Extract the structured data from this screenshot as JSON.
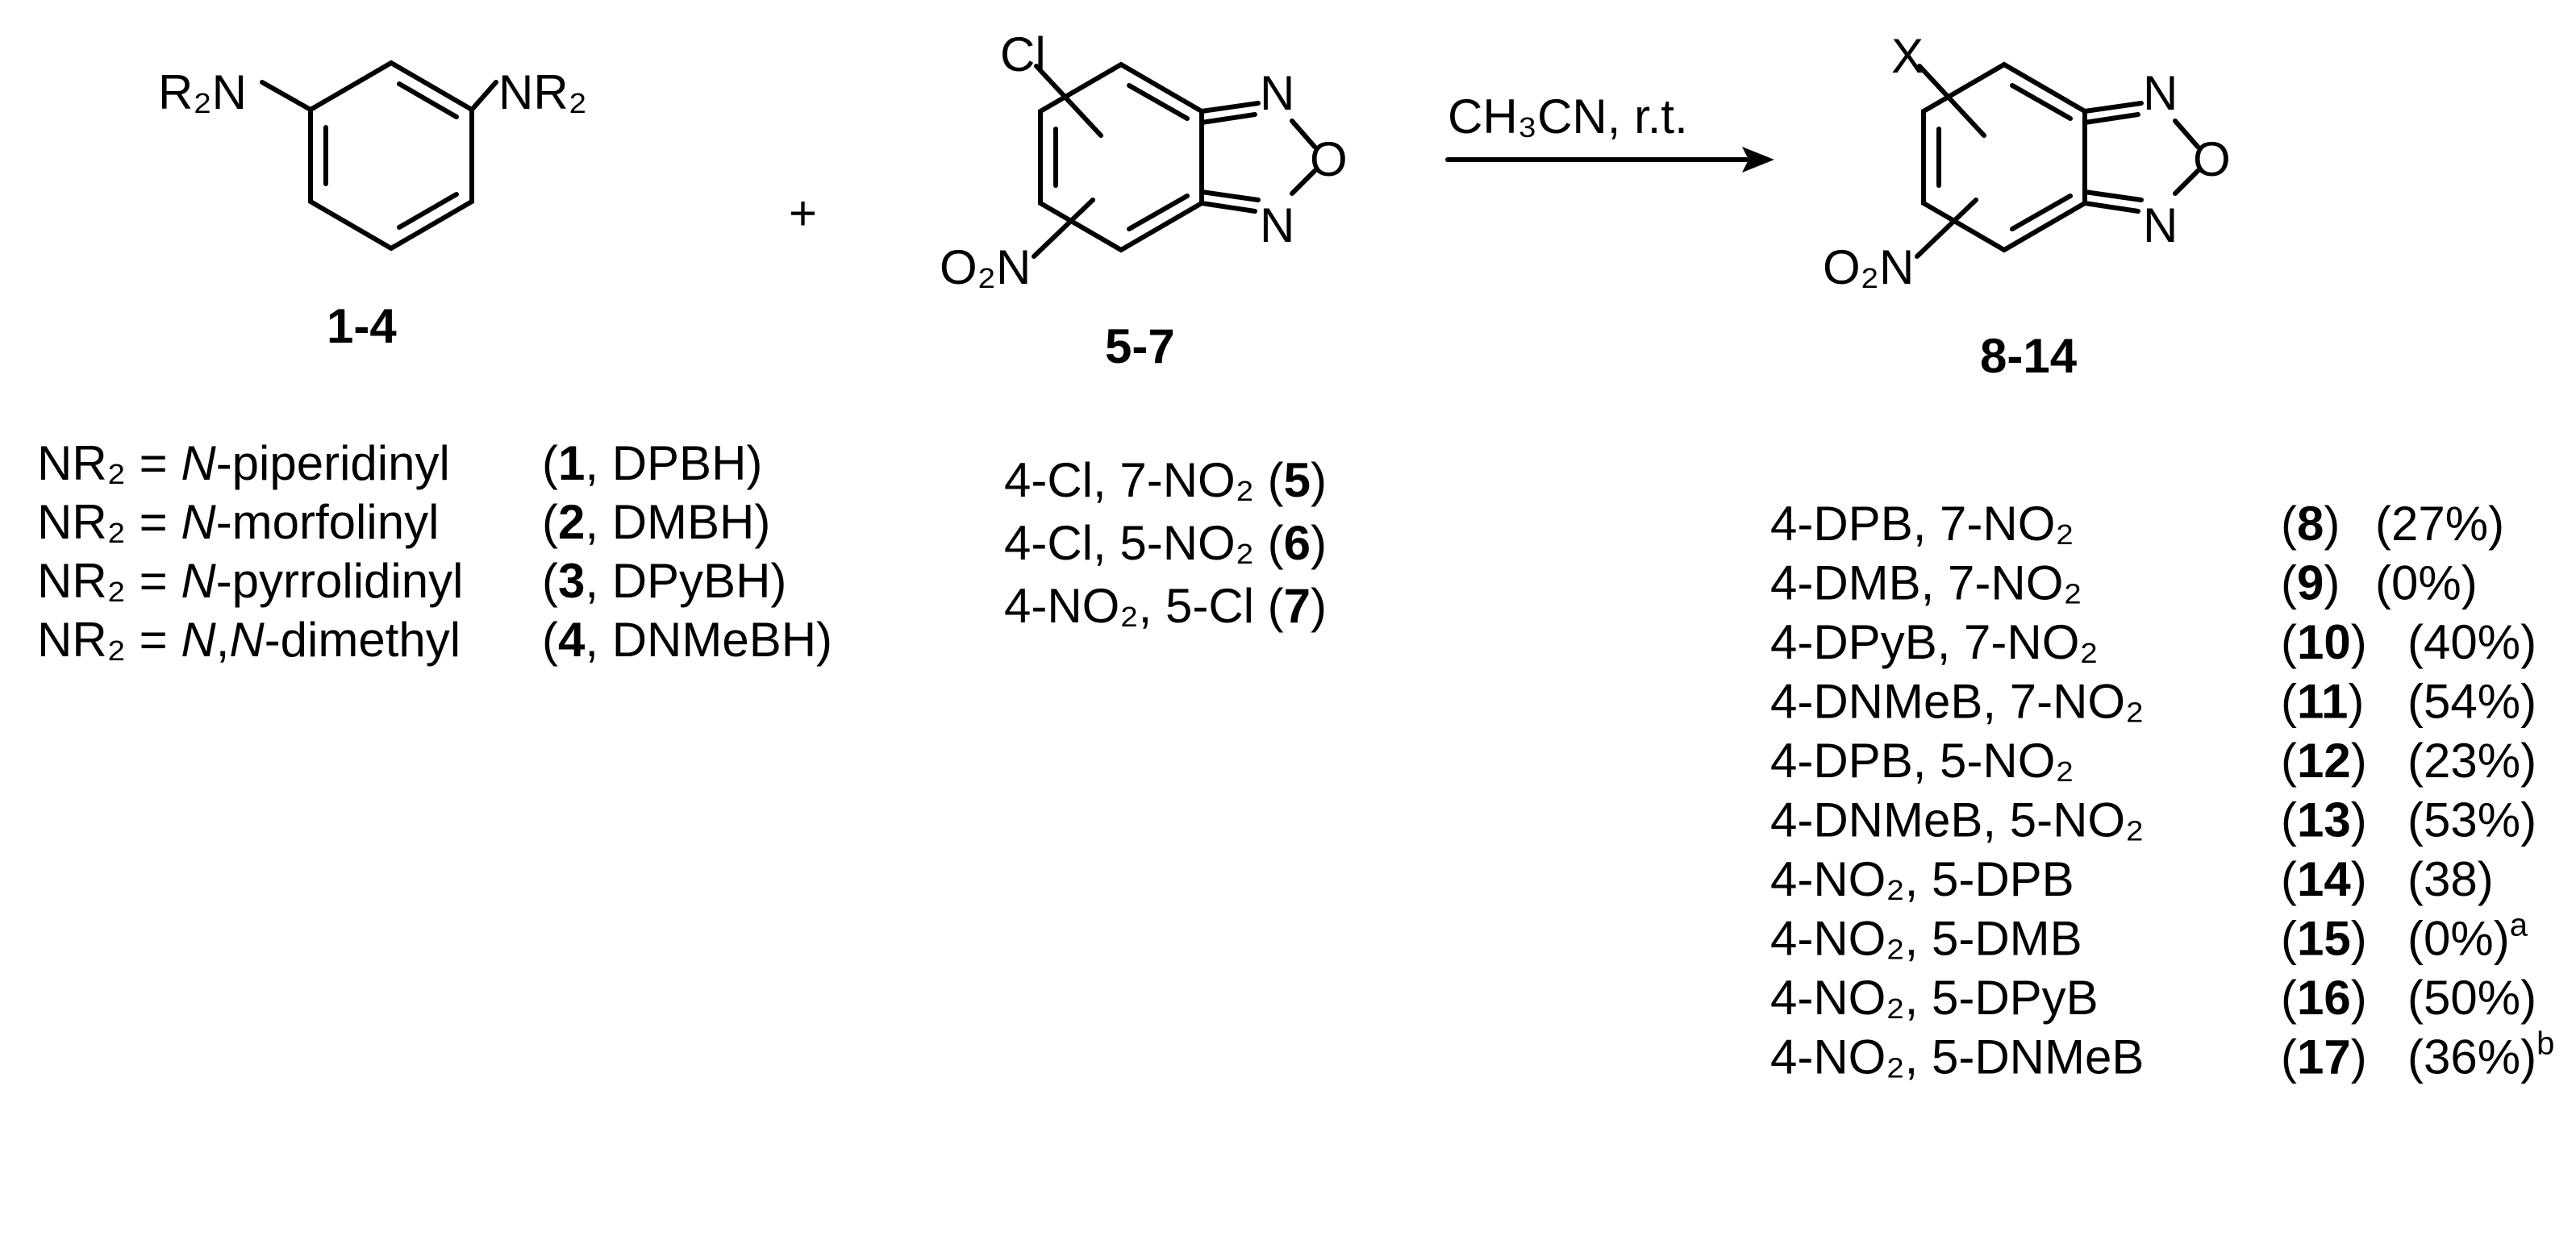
{
  "reactants": {
    "diamine": {
      "sub_left": "R₂N",
      "sub_right": "NR₂",
      "compound_label": "1-4",
      "definitions": [
        {
          "prefix": "NR₂ = ",
          "italic": "N",
          "rest": "-piperidinyl",
          "num": "1",
          "abbr": ", DPBH)"
        },
        {
          "prefix": "NR₂ = ",
          "italic": "N",
          "rest": "-morfolinyl",
          "num": "2",
          "abbr": ", DMBH)"
        },
        {
          "prefix": "NR₂ = ",
          "italic": "N",
          "rest": "-pyrrolidinyl",
          "num": "3",
          "abbr": ", DPyBH)"
        },
        {
          "prefix": "NR₂ = ",
          "italic": "N",
          "rest": ",",
          "italic2": "N",
          "rest2": "-dimethyl",
          "num": "4",
          "abbr": ", DNMeBH)"
        }
      ]
    },
    "plus": "+",
    "benzofurazan": {
      "sub_top": "Cl",
      "sub_bottom": "O₂N",
      "atom_n": "N",
      "atom_o": "O",
      "compound_label": "5-7",
      "definitions": [
        {
          "text": "4-Cl, 7-NO₂ (",
          "num": "5"
        },
        {
          "text": "4-Cl, 5-NO₂ (",
          "num": "6"
        },
        {
          "text": "4-NO₂, 5-Cl (",
          "num": "7"
        }
      ]
    }
  },
  "conditions": "CH₃CN, r.t.",
  "product": {
    "sub_top": "X",
    "sub_bottom": "O₂N",
    "atom_n": "N",
    "atom_o": "O",
    "compound_label": "8-14",
    "rows": [
      {
        "name": "4-DPB, 7-NO₂",
        "num": "8",
        "yield": "(27%)",
        "note": ""
      },
      {
        "name": "4-DMB, 7-NO₂",
        "num": "9",
        "yield": "(0%)",
        "note": ""
      },
      {
        "name": "4-DPyB, 7-NO₂",
        "num": "10",
        "yield": "(40%)",
        "note": ""
      },
      {
        "name": "4-DNMeB, 7-NO₂",
        "num": "11",
        "yield": "(54%)",
        "note": ""
      },
      {
        "name": "4-DPB, 5-NO₂",
        "num": "12",
        "yield": "(23%)",
        "note": ""
      },
      {
        "name": "4-DNMeB, 5-NO₂",
        "num": "13",
        "yield": "(53%)",
        "note": ""
      },
      {
        "name": "4-NO₂, 5-DPB",
        "num": "14",
        "yield": "(38)",
        "note": ""
      },
      {
        "name": "4-NO₂, 5-DMB",
        "num": "15",
        "yield": "(0%)",
        "note": "a"
      },
      {
        "name": "4-NO₂, 5-DPyB",
        "num": "16",
        "yield": "(50%)",
        "note": ""
      },
      {
        "name": "4-NO₂, 5-DNMeB",
        "num": "17",
        "yield": "(36%)",
        "note": "b"
      }
    ]
  }
}
